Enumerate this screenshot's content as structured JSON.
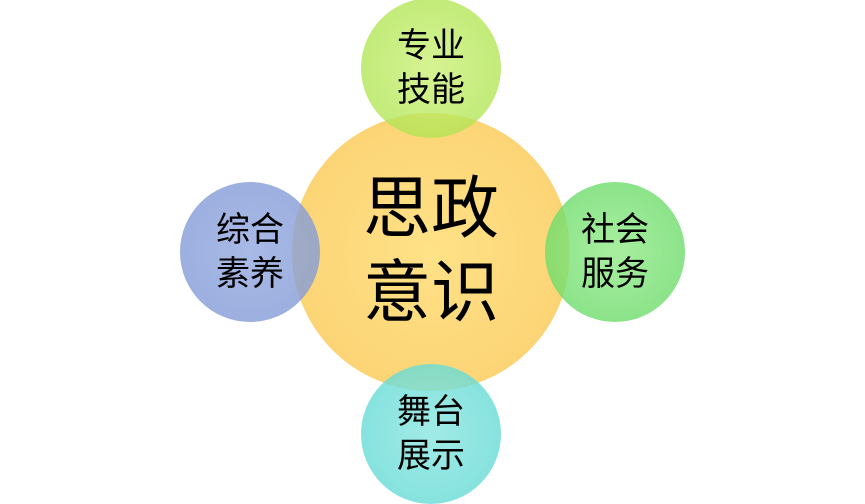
{
  "center": {
    "line1": "思政",
    "line2": "意识"
  },
  "top": {
    "line1": "专业",
    "line2": "技能"
  },
  "right": {
    "line1": "社会",
    "line2": "服务"
  },
  "bottom": {
    "line1": "舞台",
    "line2": "展示"
  },
  "left": {
    "line1": "综合",
    "line2": "素养"
  },
  "colors": {
    "center": "#F9D47A",
    "top": "#B8EA63",
    "right": "#7CE17C",
    "bottom": "#7AE4DF",
    "left": "#8FA6DB"
  }
}
